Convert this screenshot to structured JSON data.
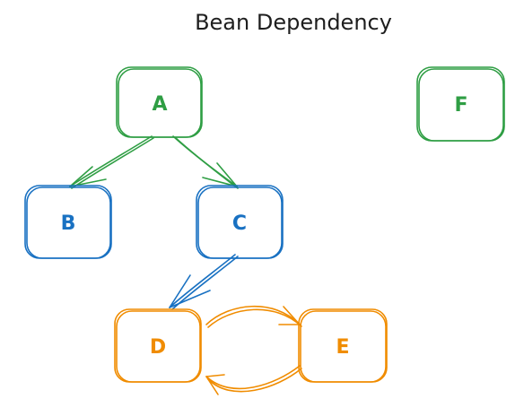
{
  "title": "Bean Dependency",
  "colors": {
    "green": "#2f9e44",
    "blue": "#1971c2",
    "orange": "#f08c00",
    "text": "#1e1e1e"
  },
  "nodes": {
    "a": {
      "label": "A",
      "color": "green"
    },
    "b": {
      "label": "B",
      "color": "blue"
    },
    "c": {
      "label": "C",
      "color": "blue"
    },
    "d": {
      "label": "D",
      "color": "orange"
    },
    "e": {
      "label": "E",
      "color": "orange"
    },
    "f": {
      "label": "F",
      "color": "green"
    }
  },
  "edges": [
    {
      "from": "A",
      "to": "B",
      "color": "green"
    },
    {
      "from": "A",
      "to": "C",
      "color": "green"
    },
    {
      "from": "C",
      "to": "D",
      "color": "blue"
    },
    {
      "from": "D",
      "to": "E",
      "color": "orange"
    },
    {
      "from": "E",
      "to": "D",
      "color": "orange"
    }
  ]
}
